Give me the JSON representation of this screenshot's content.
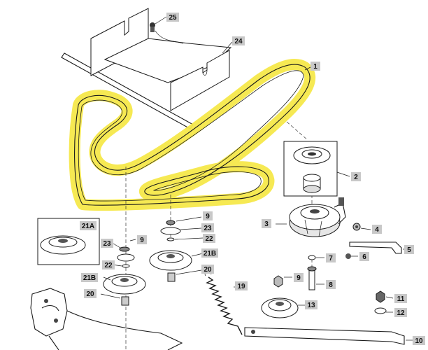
{
  "colors": {
    "highlight": "#f5e84a",
    "callout_box": "#c8c8c8",
    "line": "#1a1a1a"
  },
  "callouts": {
    "c1": "1",
    "c2": "2",
    "c3": "3",
    "c4": "4",
    "c5": "5",
    "c6": "6",
    "c7": "7",
    "c8": "8",
    "c9a": "9",
    "c9b": "9",
    "c9c": "9",
    "c10": "10",
    "c11": "11",
    "c12": "12",
    "c13": "13",
    "c19": "19",
    "c20a": "20",
    "c20b": "20",
    "c21a": "21A",
    "c21b_left": "21B",
    "c21b_right": "21B",
    "c22a": "22",
    "c22b": "22",
    "c23a": "23",
    "c23b": "23",
    "c24": "24",
    "c25": "25"
  },
  "parts": {
    "belt": "belt",
    "bracket": "shield-bracket",
    "clutch": "electric-pto-clutch",
    "idler_flat": "flat-idler-pulley",
    "idler_grooved": "grooved-idler-pulley",
    "spring": "extension-spring",
    "idler_arm": "idler-arm"
  }
}
